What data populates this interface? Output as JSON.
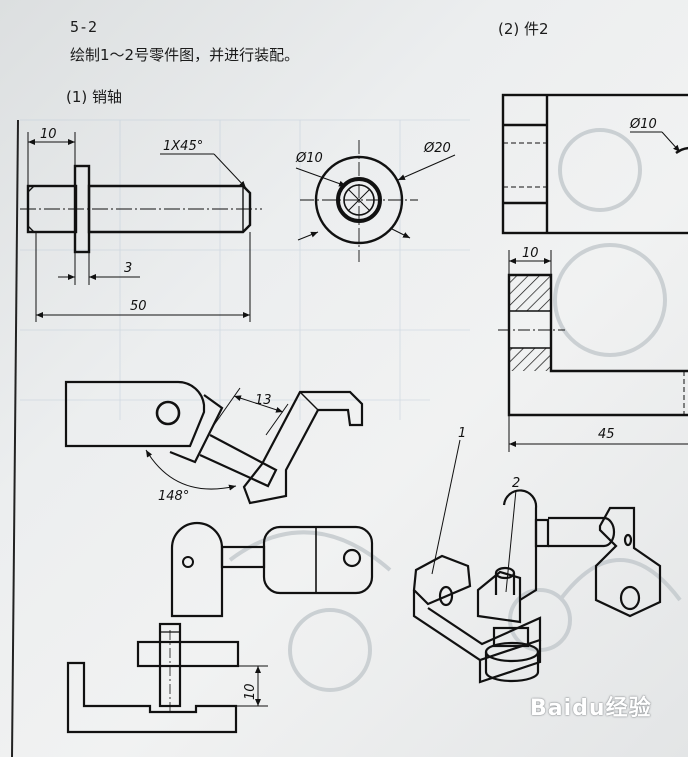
{
  "header": {
    "exercise_number": "5-2",
    "instruction": "绘制1～2号零件图，并进行装配。",
    "section1_title": "(1) 销轴",
    "section2_title": "(2) 件2"
  },
  "pin_drawing": {
    "dim_flange_offset": "10",
    "dim_chamfer": "1X45°",
    "dim_flange_thickness": "3",
    "dim_total_length": "50",
    "dim_inner_diameter": "Ø10",
    "dim_outer_diameter": "Ø20"
  },
  "part2_drawing": {
    "dim_hole": "Ø10",
    "dim_wall": "10",
    "dim_length": "45"
  },
  "assembly_views": {
    "dim_distance": "13",
    "dim_angle": "148°",
    "dim_height": "10",
    "callout_part1": "1",
    "callout_part2": "2"
  },
  "watermark": "Baidu经验",
  "colors": {
    "line": "#111111",
    "paper": "#eceeef",
    "grid": "#b9c7d6"
  }
}
